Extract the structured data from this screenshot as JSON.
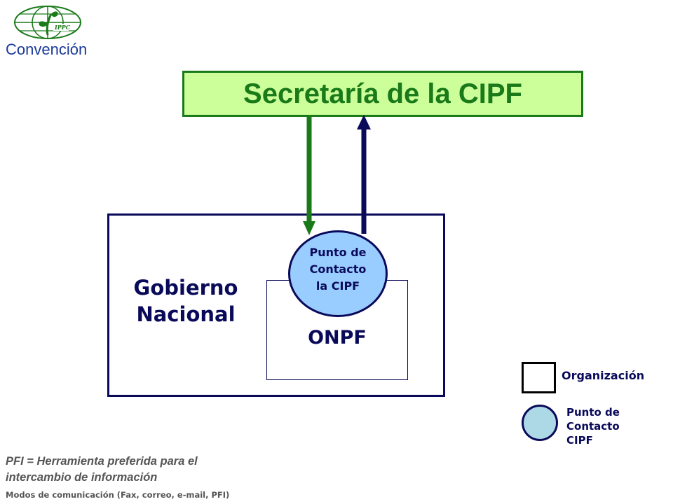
{
  "header": {
    "logo_icon": "ippc-globe-leaf-icon",
    "convention_label": "Convención"
  },
  "diagram": {
    "secretariat_title": "Secretaría de la CIPF",
    "government_label_line1": "Gobierno",
    "government_label_line2": "Nacional",
    "onpf_label": "ONPF",
    "contact_point_line1": "Punto de",
    "contact_point_line2": "Contacto",
    "contact_point_line3": "la CIPF",
    "arrows": [
      {
        "from": "secretaria",
        "to": "punto-de-contacto",
        "color": "#1a7a1a"
      },
      {
        "from": "punto-de-contacto",
        "to": "secretaria",
        "color": "#0a0a5a"
      }
    ]
  },
  "legend": {
    "organization_label": "Organización",
    "contact_line1": "Punto de",
    "contact_line2": "Contacto",
    "contact_line3": "CIPF"
  },
  "footer": {
    "pfi_line1": "PFI = Herramienta preferida para el",
    "pfi_line2": "intercambio de información",
    "modes_note": "Modos de comunicación (Fax, correo, e-mail, PFI)"
  },
  "colors": {
    "green_dark": "#1a7a1a",
    "green_light": "#ccff99",
    "navy": "#0a0a5a",
    "blue_light": "#99ccff",
    "legend_circle": "#add8e6"
  }
}
